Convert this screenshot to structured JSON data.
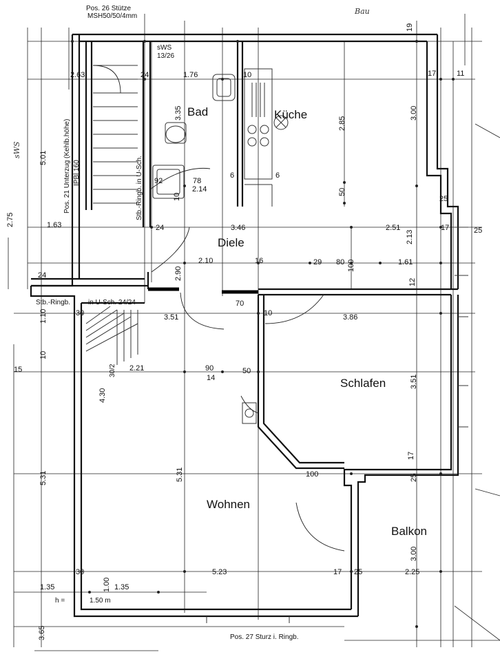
{
  "rooms": {
    "bad": "Bad",
    "kueche": "Küche",
    "diele": "Diele",
    "schlafen": "Schlafen",
    "wohnen": "Wohnen",
    "balkon": "Balkon"
  },
  "notes": {
    "pos26_line1": "Pos. 26 Stütze",
    "pos26_line2": "MSH50/50/4mm",
    "sws_line1": "sWS",
    "sws_line2": "13/26",
    "unterzug": "Pos. 21 Unterzug (Kehlb.höhe)",
    "ipbl": "IPBl 160",
    "stb_ringb_vert": "Stb.-Ringb. in U-Sch.",
    "stb_ringb": "Stb.-Ringb.",
    "in_u_sch": "in U-Sch. 24/24",
    "stair": "30/2",
    "pos27": "Pos. 27 Sturz i. Ringb.",
    "h_eq": "h =",
    "b150": "1.50 m",
    "bau": "Bau",
    "sws_left": "sWS"
  },
  "dimensions": {
    "d19": "19",
    "d263": "2.63",
    "d24a": "24",
    "d176": "1.76",
    "d10a": "10",
    "d175a": "17",
    "d115": "11",
    "d335": "3.35",
    "d300a": "3.00",
    "d285": "2.85",
    "d501": "5.01",
    "d92": "92",
    "d78": "78",
    "d214": "2.14",
    "d6a": "6",
    "d6b": "6",
    "d50": "50",
    "d10b": "10",
    "d275": "2.75",
    "d163": "1.63",
    "d24b": "24",
    "d346": "3.46",
    "d251": "2.51",
    "d213": "2.13",
    "d175b": "17",
    "d25a": "25",
    "d25b": "25",
    "d290": "2.90",
    "d2105": "2.10",
    "d165": "16",
    "d29": "29",
    "d80": "80",
    "d100a": "100",
    "d161": "1.61",
    "d12": "12",
    "d24c": "24",
    "d110": "1.10",
    "d30a": "30",
    "d70": "70",
    "d10c": "10",
    "d351a": "3.51",
    "d3865": "3.86",
    "d10d": "10",
    "d15": "15",
    "d221": "2.21",
    "d90": "90",
    "d14": "14",
    "d50b": "50",
    "d430": "4.30",
    "d351b": "3.51",
    "d175c": "17",
    "d531a": "5.31",
    "d531b": "5.31",
    "d100b": "100",
    "d25c": "25",
    "d300b": "3.00",
    "d30b": "30",
    "d100c": "1.00",
    "d523": "5.23",
    "d175d": "17",
    "d25d": "25",
    "d225": "2.25",
    "d135a": "1.35",
    "d135b": "1.35",
    "d365": "3.65"
  }
}
